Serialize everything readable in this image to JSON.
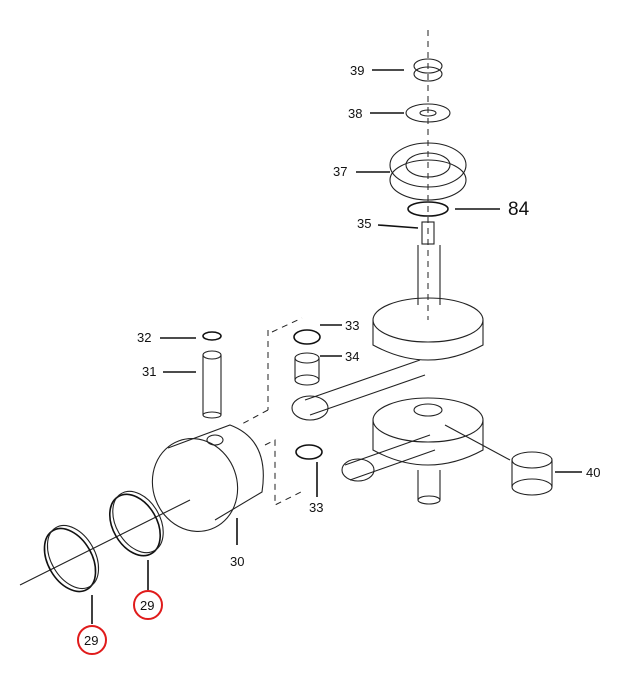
{
  "diagram": {
    "labels": {
      "p39": "39",
      "p38": "38",
      "p37": "37",
      "p84": "84",
      "p35": "35",
      "p33a": "33",
      "p32": "32",
      "p34": "34",
      "p31": "31",
      "p33b": "33",
      "p40": "40",
      "p30": "30",
      "p29a": "29",
      "p29b": "29"
    },
    "highlight_color": "#e01b1b"
  }
}
